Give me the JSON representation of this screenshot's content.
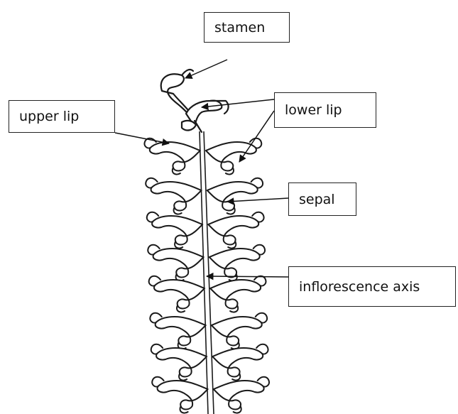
{
  "labels": {
    "stamen": "stamen",
    "upper_lip": "upper lip",
    "lower_lip": "lower lip",
    "sepal": "sepal",
    "inflorescence_axis": "inflorescence axis"
  },
  "colors": {
    "line": "#1a1a1a",
    "fill": "#ffffff",
    "box_border": "#222222"
  }
}
